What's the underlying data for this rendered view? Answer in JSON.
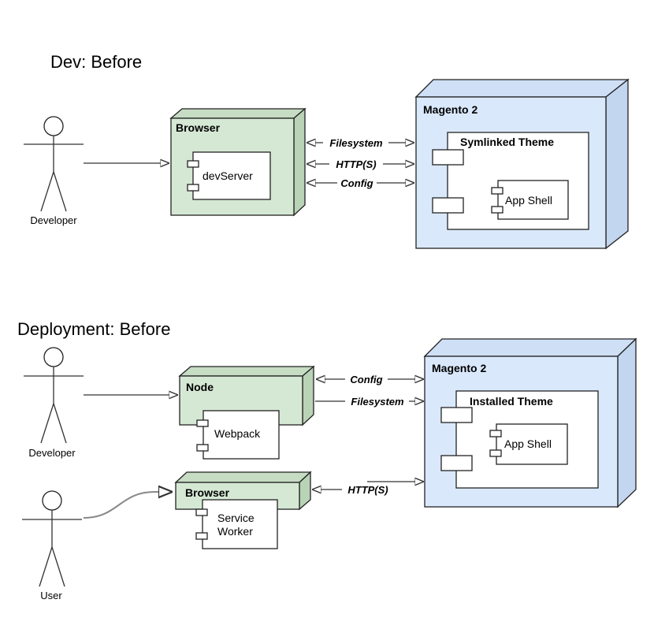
{
  "dev": {
    "heading": "Dev: Before",
    "developer_label": "Developer",
    "browser_title": "Browser",
    "devserver_label": "devServer",
    "magento_title": "Magento 2",
    "theme_title": "Symlinked Theme",
    "appshell_label": "App Shell",
    "edges": {
      "filesystem": "Filesystem",
      "http": "HTTP(S)",
      "config": "Config"
    }
  },
  "deployment": {
    "heading": "Deployment: Before",
    "developer_label": "Developer",
    "user_label": "User",
    "node_title": "Node",
    "webpack_label": "Webpack",
    "browser_title": "Browser",
    "sw_line1": "Service",
    "sw_line2": "Worker",
    "magento_title": "Magento 2",
    "theme_title": "Installed Theme",
    "appshell_label": "App Shell",
    "edges": {
      "config": "Config",
      "filesystem": "Filesystem",
      "http": "HTTP(S)"
    }
  }
}
